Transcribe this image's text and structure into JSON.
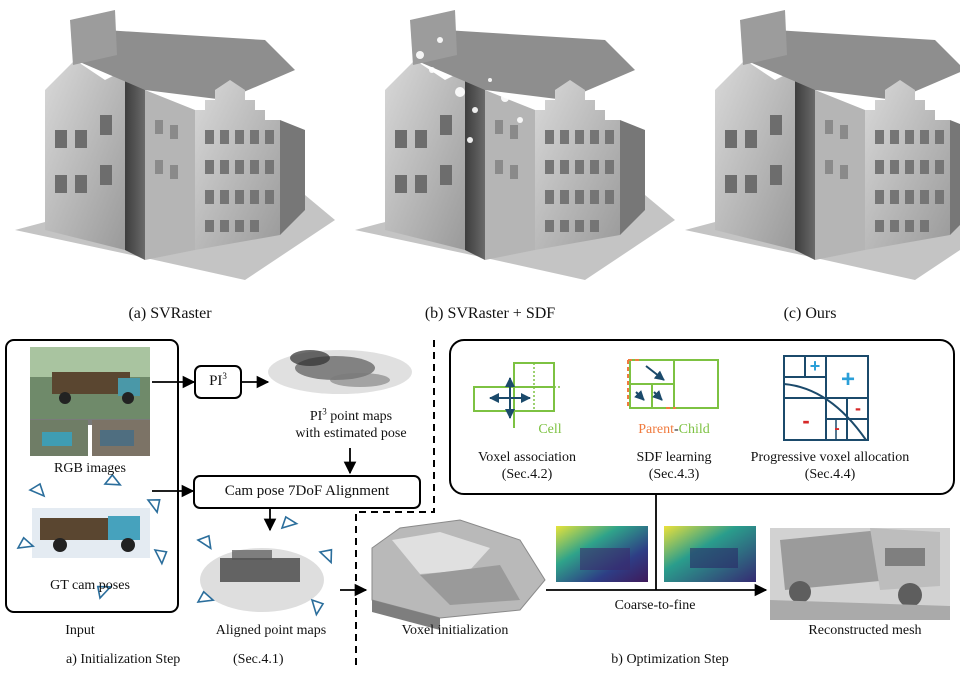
{
  "top_row": {
    "panels": [
      {
        "id": "a",
        "caption": "(a) SVRaster"
      },
      {
        "id": "b",
        "caption": "(b) SVRaster + SDF"
      },
      {
        "id": "c",
        "caption": "(c) Ours"
      }
    ]
  },
  "pipeline": {
    "input": {
      "rgb_label": "RGB images",
      "gt_label": "GT cam poses",
      "caption": "Input"
    },
    "pi3_box": {
      "base": "PI",
      "sup": "3"
    },
    "pi3_maps": {
      "line1_base": "PI",
      "line1_sup": "3",
      "line1_rest": " point maps",
      "line2": "with estimated pose"
    },
    "alignment_box": "Cam pose 7DoF Alignment",
    "aligned_label": "Aligned point maps",
    "init_step": {
      "label": "a) Initialization Step",
      "sec": "(Sec.4.1)"
    },
    "modules": [
      {
        "title": "Voxel association",
        "sec": "(Sec.4.2)",
        "tag": "Cell"
      },
      {
        "title": "SDF learning",
        "sec": "(Sec.4.3)",
        "tag_parent": "Parent",
        "tag_dash": "-",
        "tag_child": "Child"
      },
      {
        "title": "Progressive voxel allocation",
        "sec": "(Sec.4.4)",
        "plus": "+",
        "minus": "-"
      }
    ],
    "voxel_init_label": "Voxel initialization",
    "coarse_label": "Coarse-to-fine",
    "recon_label": "Reconstructed mesh",
    "opt_step": "b) Optimization Step"
  },
  "colors": {
    "green": "#7dc242",
    "orange": "#f07b3f",
    "navy": "#1b4a6b",
    "blue_plus": "#2b9fd8",
    "red_minus": "#d62828"
  }
}
